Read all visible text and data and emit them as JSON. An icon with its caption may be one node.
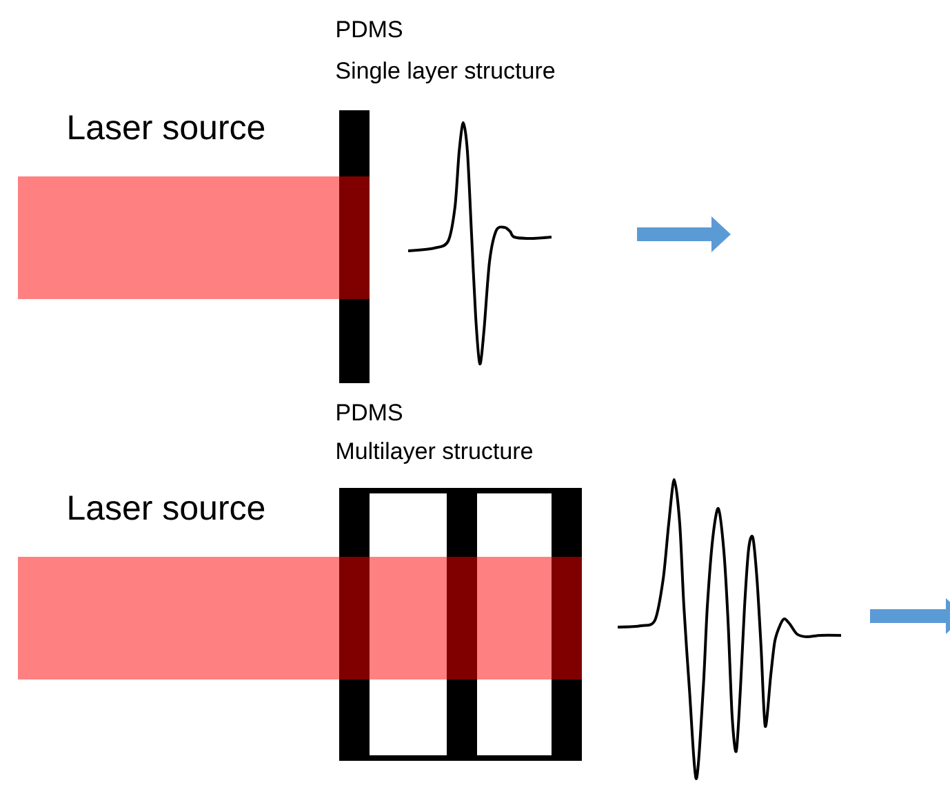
{
  "diagram": {
    "nodes": [
      {
        "text": [
          "Laser source"
        ]
      },
      {
        "text": [
          "PDMS",
          "Single layer structure"
        ]
      },
      {
        "text": [
          "Laser source"
        ]
      },
      {
        "text": [
          "PDMS",
          "Multilayer structure"
        ]
      }
    ]
  }
}
